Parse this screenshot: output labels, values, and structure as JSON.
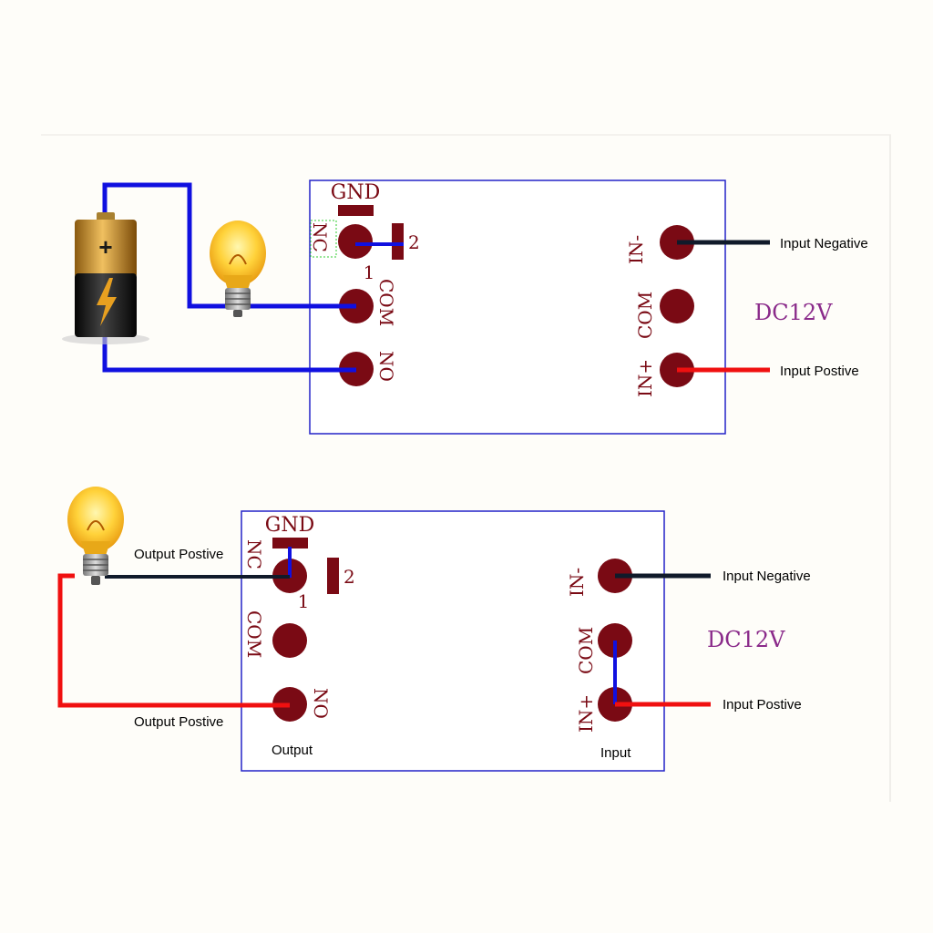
{
  "colors": {
    "background": "#fefdf9",
    "board_border": "#2323c8",
    "terminal": "#7a0a14",
    "label": "#7a0a14",
    "blue_wire": "#1010e0",
    "red_wire": "#f01010",
    "black_wire": "#101a2a",
    "dc_label": "#8a2a8a"
  },
  "diagram_top": {
    "pin_labels": {
      "gnd": "GND",
      "nc": "NC",
      "pin1": "1",
      "pin2": "2",
      "com": "COM",
      "no": "NO",
      "in_neg": "IN-",
      "in_com": "COM",
      "in_pos": "IN+"
    },
    "dc_label": "DC12V",
    "input_negative": "Input Negative",
    "input_positive": "Input Postive"
  },
  "diagram_bottom": {
    "pin_labels": {
      "gnd": "GND",
      "nc": "NC",
      "pin1": "1",
      "pin2": "2",
      "com": "COM",
      "no": "NO",
      "in_neg": "IN-",
      "in_com": "COM",
      "in_pos": "IN+"
    },
    "dc_label": "DC12V",
    "input_negative": "Input Negative",
    "input_positive": "Input Postive",
    "output_positive_top": "Output Postive",
    "output_positive_bottom": "Output Postive",
    "output_caption": "Output",
    "input_caption": "Input"
  },
  "icons": [
    "battery-icon",
    "light-bulb-icon"
  ]
}
